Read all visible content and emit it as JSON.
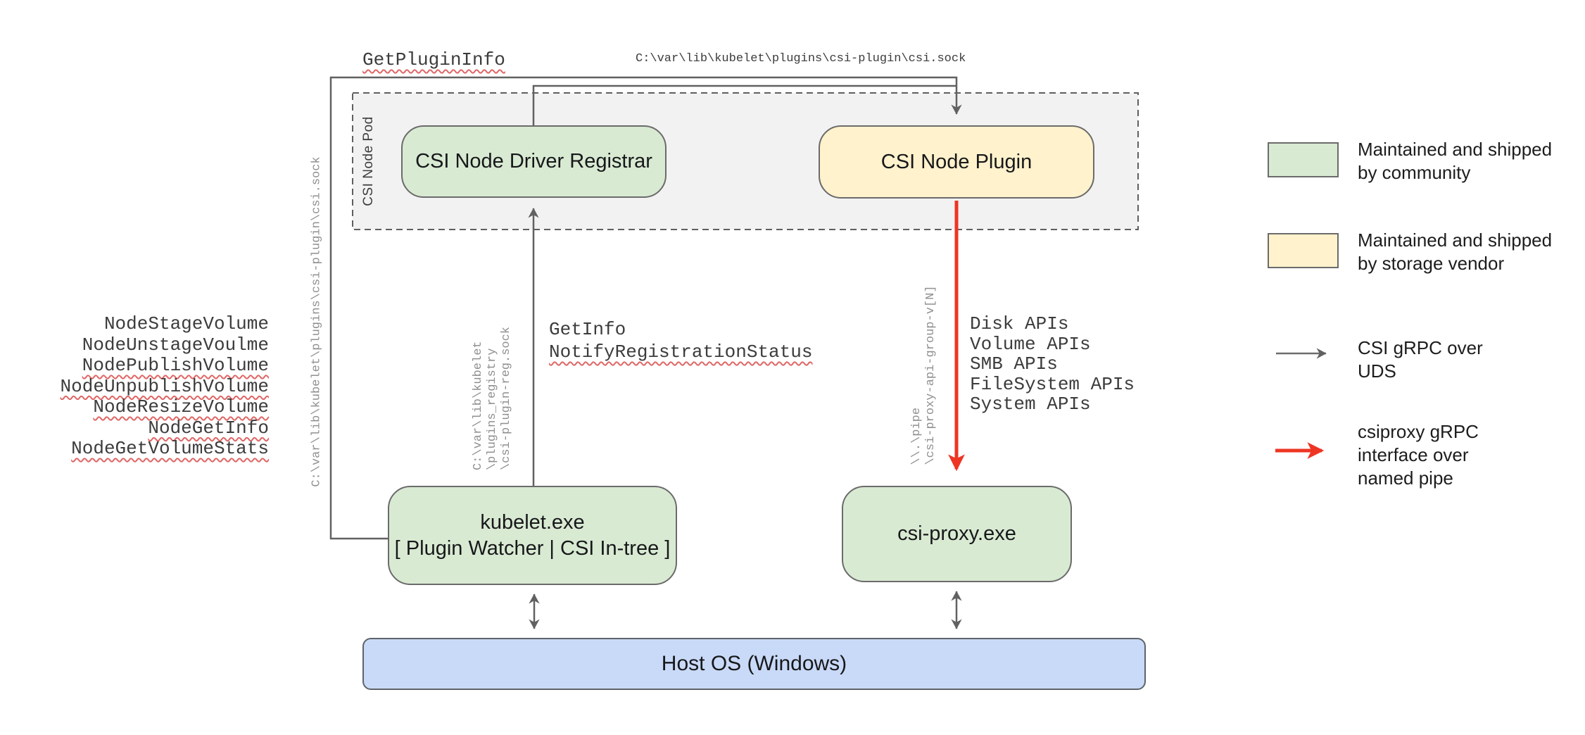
{
  "labels": {
    "get_plugin_info": "GetPluginInfo",
    "csi_sock_path": "C:\\var\\lib\\kubelet\\plugins\\csi-plugin\\csi.sock",
    "csi_sock_path_vertical": "C:\\var\\lib\\kubelet\\plugins\\csi-plugin\\csi.sock",
    "registry_sock_lines": [
      "C:\\var\\lib\\kubelet",
      "\\plugins_registry",
      "\\csi-plugin-reg.sock"
    ],
    "pipe_lines": [
      "\\\\.\\pipe",
      "\\csi-proxy-api-group-v[N]"
    ],
    "get_info": "GetInfo",
    "notify_registration_status": "NotifyRegistrationStatus"
  },
  "node_api_list": [
    "NodeStageVolume",
    "NodeUnstageVoulme",
    "NodePublishVolume",
    "NodeUnpublishVolume",
    "NodeResizeVolume",
    "NodeGetInfo",
    "NodeGetVolumeStats"
  ],
  "proxy_api_list": [
    "Disk APIs",
    "Volume APIs",
    "SMB APIs",
    "FileSystem APIs",
    "System APIs"
  ],
  "boxes": {
    "pod_label": "CSI Node Pod",
    "registrar": "CSI Node Driver Registrar",
    "plugin": "CSI Node Plugin",
    "kubelet_line1": "kubelet.exe",
    "kubelet_line2": "[ Plugin Watcher | CSI In-tree ]",
    "csi_proxy": "csi-proxy.exe",
    "host_os": "Host OS (Windows)"
  },
  "legend": {
    "community_line1": "Maintained and shipped",
    "community_line2": "by community",
    "vendor_line1": "Maintained and shipped",
    "vendor_line2": "by storage vendor",
    "uds_line1": "CSI gRPC over",
    "uds_line2": "UDS",
    "pipe_line1": "csiproxy gRPC",
    "pipe_line2": "interface over",
    "pipe_line3": "named pipe"
  },
  "colors": {
    "community_green": "#d9ead3",
    "vendor_yellow": "#fff2cc",
    "host_blue": "#c9daf8",
    "pod_gray": "#f2f2f2",
    "wire_gray": "#616161",
    "pipe_red": "#ee3524",
    "squiggle_red": "#e06666"
  }
}
